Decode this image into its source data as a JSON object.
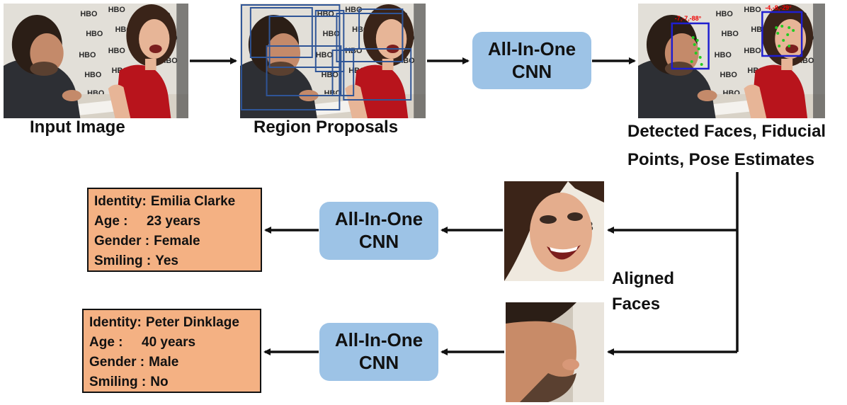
{
  "captions": {
    "input_image": "Input Image",
    "region_proposals": "Region Proposals",
    "detected_line1": "Detected Faces, Fiducial",
    "detected_line2": "Points, Pose Estimates",
    "aligned_line1": "Aligned",
    "aligned_line2": "Faces"
  },
  "cnn_boxes": [
    {
      "line1": "All-In-One",
      "line2": "CNN"
    },
    {
      "line1": "All-In-One",
      "line2": "CNN"
    },
    {
      "line1": "All-In-One",
      "line2": "CNN"
    }
  ],
  "pose_labels": {
    "left": "-7,-7,-88°",
    "right": "-4,-8,-29°"
  },
  "results": [
    {
      "rows": [
        {
          "key": "Identity:",
          "value": "Emilia Clarke"
        },
        {
          "key": "Age       :",
          "value": "23 years"
        },
        {
          "key": "Gender :",
          "value": "Female"
        },
        {
          "key": "Smiling :",
          "value": "Yes"
        }
      ]
    },
    {
      "rows": [
        {
          "key": "Identity:",
          "value": "Peter Dinklage"
        },
        {
          "key": "Age       :",
          "value": "40 years"
        },
        {
          "key": "Gender :",
          "value": "Male"
        },
        {
          "key": "Smiling :",
          "value": "No"
        }
      ]
    }
  ],
  "colors": {
    "cnn_fill": "#9dc3e6",
    "result_fill": "#f4b183",
    "proposal_box": "#2f5597",
    "detect_box": "#1f1fd0",
    "landmark": "#22cc22",
    "pose_text": "#ee0000"
  }
}
